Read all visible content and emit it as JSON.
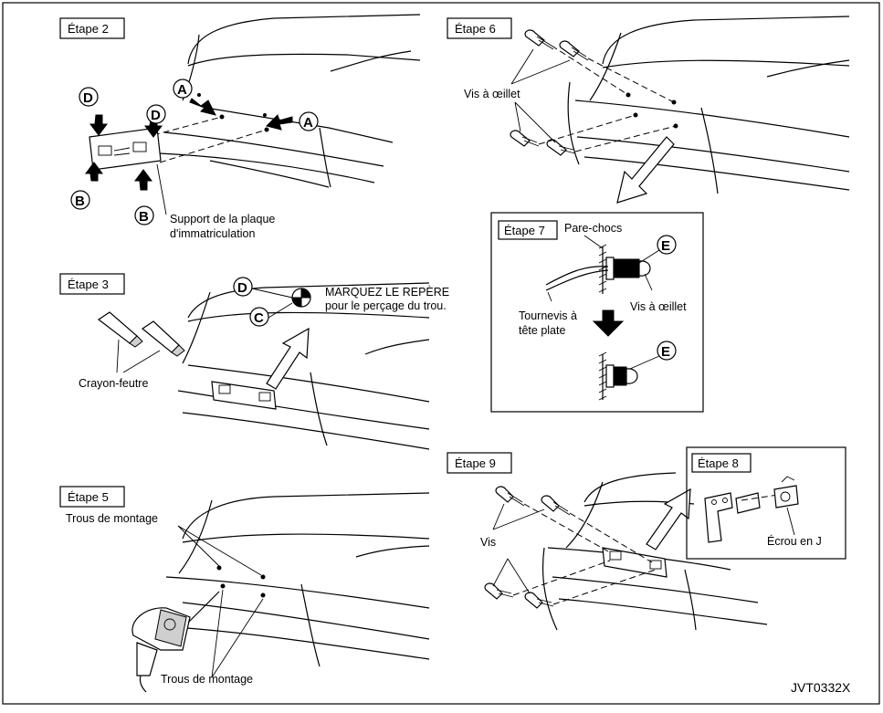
{
  "steps": {
    "s2": "Étape 2",
    "s3": "Étape 3",
    "s5": "Étape 5",
    "s6": "Étape 6",
    "s7": "Étape 7",
    "s8": "Étape 8",
    "s9": "Étape 9"
  },
  "callouts": {
    "a": "A",
    "b": "B",
    "c": "C",
    "d": "D",
    "e": "E"
  },
  "labels": {
    "support_line1": "Support de la plaque",
    "support_line2": "d'immatriculation",
    "mark_line1": "MARQUEZ LE REPÈRE",
    "mark_line2": "pour le perçage du trou.",
    "crayon": "Crayon-feutre",
    "trous_top": "Trous de montage",
    "trous_bottom": "Trous de montage",
    "vis_oeillet": "Vis à œillet",
    "pare_chocs": "Pare-chocs",
    "tournevis_line1": "Tournevis à",
    "tournevis_line2": "tête plate",
    "vis_oeillet_2": "Vis à œillet",
    "vis": "Vis",
    "ecrou": "Écrou en J"
  },
  "figure_code": "JVT0332X"
}
